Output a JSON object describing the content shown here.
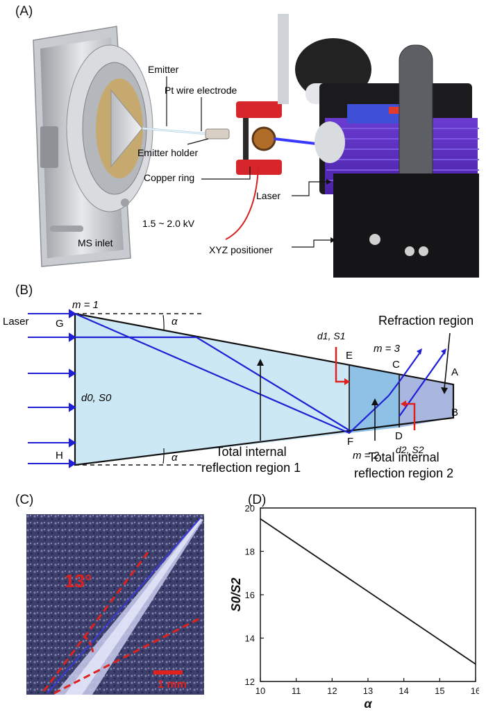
{
  "panels": {
    "a": "(A)",
    "b": "(B)",
    "c": "(C)",
    "d": "(D)"
  },
  "panel_a": {
    "labels": {
      "emitter": "Emitter",
      "pt_wire": "Pt wire electrode",
      "emitter_holder": "Emitter holder",
      "copper_ring": "Copper ring",
      "voltage": "1.5 ~ 2.0 kV",
      "ms_inlet": "MS inlet",
      "laser": "Laser",
      "xyz": "XYZ positioner"
    }
  },
  "panel_b": {
    "laser": "Laser",
    "m1": "m = 1",
    "m2": "m = 2",
    "m3": "m = 3",
    "points": {
      "g": "G",
      "h": "H",
      "e": "E",
      "f": "F",
      "c": "C",
      "d": "D",
      "a": "A",
      "b": "B"
    },
    "alpha": "α",
    "d0s0": "d0, S0",
    "d1s1": "d1, S1",
    "d2s2": "d2, S2",
    "refraction_region": "Refraction region",
    "tir1_line1": "Total internal",
    "tir1_line2": "reflection region 1",
    "tir2_line1": "Total internal",
    "tir2_line2": "reflection region 2"
  },
  "panel_c": {
    "angle": "13°",
    "scale": "1 mm"
  },
  "colors": {
    "beam": "#1f1fd6",
    "red_marker": "#e0201c",
    "cone_fill": "#cde8f5",
    "region2_fill": "#8fc0e6",
    "region3_fill": "#a9b7e0"
  },
  "chart_data": {
    "type": "line",
    "title": "",
    "xlabel": "α",
    "ylabel": "S0/S2",
    "xlim": [
      10,
      16
    ],
    "ylim": [
      12,
      20
    ],
    "xticks": [
      "10",
      "11",
      "12",
      "13",
      "14",
      "15",
      "16"
    ],
    "yticks": [
      "12",
      "14",
      "16",
      "18",
      "20"
    ],
    "series": [
      {
        "x": [
          10,
          16
        ],
        "y": [
          19.5,
          12.8
        ]
      }
    ]
  }
}
